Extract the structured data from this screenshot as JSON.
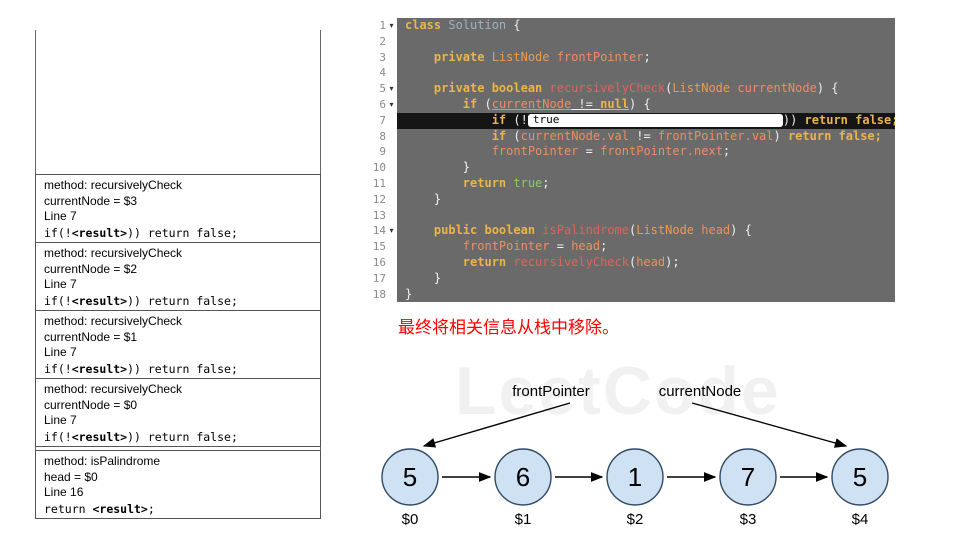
{
  "watermark": "LeetCode",
  "stack": {
    "frames": [
      {
        "method": "method: recursivelyCheck",
        "variable": "currentNode = $3",
        "line": "Line 7",
        "code_pre": "if(!",
        "code_bold": "<result>",
        "code_post": ")) return false;"
      },
      {
        "method": "method: recursivelyCheck",
        "variable": "currentNode = $2",
        "line": "Line 7",
        "code_pre": "if(!",
        "code_bold": "<result>",
        "code_post": ")) return false;"
      },
      {
        "method": "method: recursivelyCheck",
        "variable": "currentNode = $1",
        "line": "Line 7",
        "code_pre": "if(!",
        "code_bold": "<result>",
        "code_post": ")) return false;"
      },
      {
        "method": "method: recursivelyCheck",
        "variable": "currentNode = $0",
        "line": "Line 7",
        "code_pre": "if(!",
        "code_bold": "<result>",
        "code_post": ")) return false;"
      },
      {
        "method": "method: isPalindrome",
        "variable": "head = $0",
        "line": "Line 16",
        "code_pre": "return ",
        "code_bold": "<result>",
        "code_post": ";"
      }
    ]
  },
  "editor": {
    "lines": [
      {
        "num": "1",
        "fold": "▾",
        "tokens": [
          {
            "t": "class ",
            "c": "k"
          },
          {
            "t": "Solution ",
            "c": "s"
          },
          {
            "t": "{",
            "c": "p"
          }
        ]
      },
      {
        "num": "2",
        "fold": "",
        "tokens": []
      },
      {
        "num": "3",
        "fold": "",
        "tokens": [
          {
            "t": "    ",
            "c": "p"
          },
          {
            "t": "private ",
            "c": "k"
          },
          {
            "t": "ListNode ",
            "c": "t"
          },
          {
            "t": "frontPointer",
            "c": "v"
          },
          {
            "t": ";",
            "c": "p"
          }
        ]
      },
      {
        "num": "4",
        "fold": "",
        "tokens": []
      },
      {
        "num": "5",
        "fold": "▾",
        "tokens": [
          {
            "t": "    ",
            "c": "p"
          },
          {
            "t": "private ",
            "c": "k"
          },
          {
            "t": "boolean ",
            "c": "k"
          },
          {
            "t": "recursivelyCheck",
            "c": "m"
          },
          {
            "t": "(",
            "c": "p"
          },
          {
            "t": "ListNode ",
            "c": "t"
          },
          {
            "t": "currentNode",
            "c": "v"
          },
          {
            "t": ") {",
            "c": "p"
          }
        ]
      },
      {
        "num": "6",
        "fold": "▾",
        "tokens": [
          {
            "t": "        ",
            "c": "p"
          },
          {
            "t": "if ",
            "c": "k"
          },
          {
            "t": "(",
            "c": "p"
          },
          {
            "t": "currentNode",
            "c": "v ul"
          },
          {
            "t": " != ",
            "c": "p ul"
          },
          {
            "t": "null",
            "c": "k ul"
          },
          {
            "t": ") {",
            "c": "p"
          }
        ]
      },
      {
        "num": "7",
        "fold": "",
        "tokens": [
          {
            "t": "            ",
            "c": "p"
          },
          {
            "t": "if ",
            "c": "k"
          },
          {
            "t": "(",
            "c": "p"
          },
          {
            "t": "!",
            "c": "p"
          },
          {
            "t": "true",
            "c": "inputbox",
            "n": "condition-input",
            "i": true
          },
          {
            "t": ")) ",
            "c": "p"
          },
          {
            "t": "return false;",
            "c": "k"
          }
        ]
      },
      {
        "num": "8",
        "fold": "",
        "tokens": [
          {
            "t": "            ",
            "c": "p"
          },
          {
            "t": "if ",
            "c": "k"
          },
          {
            "t": "(",
            "c": "p"
          },
          {
            "t": "currentNode.val",
            "c": "v"
          },
          {
            "t": " != ",
            "c": "p"
          },
          {
            "t": "frontPointer.val",
            "c": "v"
          },
          {
            "t": ") ",
            "c": "p"
          },
          {
            "t": "return false;",
            "c": "k"
          }
        ]
      },
      {
        "num": "9",
        "fold": "",
        "tokens": [
          {
            "t": "            ",
            "c": "p"
          },
          {
            "t": "frontPointer",
            "c": "v"
          },
          {
            "t": " = ",
            "c": "p"
          },
          {
            "t": "frontPointer.next",
            "c": "v"
          },
          {
            "t": ";",
            "c": "p"
          }
        ]
      },
      {
        "num": "10",
        "fold": "",
        "tokens": [
          {
            "t": "        }",
            "c": "p"
          }
        ]
      },
      {
        "num": "11",
        "fold": "",
        "tokens": [
          {
            "t": "        ",
            "c": "p"
          },
          {
            "t": "return ",
            "c": "k"
          },
          {
            "t": "true",
            "c": "g"
          },
          {
            "t": ";",
            "c": "p"
          }
        ]
      },
      {
        "num": "12",
        "fold": "",
        "tokens": [
          {
            "t": "    }",
            "c": "p"
          }
        ]
      },
      {
        "num": "13",
        "fold": "",
        "tokens": []
      },
      {
        "num": "14",
        "fold": "▾",
        "tokens": [
          {
            "t": "    ",
            "c": "p"
          },
          {
            "t": "public ",
            "c": "k"
          },
          {
            "t": "boolean ",
            "c": "k"
          },
          {
            "t": "isPalindrome",
            "c": "m"
          },
          {
            "t": "(",
            "c": "p"
          },
          {
            "t": "ListNode ",
            "c": "t"
          },
          {
            "t": "head",
            "c": "v"
          },
          {
            "t": ") {",
            "c": "p"
          }
        ]
      },
      {
        "num": "15",
        "fold": "",
        "tokens": [
          {
            "t": "        ",
            "c": "p"
          },
          {
            "t": "frontPointer",
            "c": "v"
          },
          {
            "t": " = ",
            "c": "p"
          },
          {
            "t": "head",
            "c": "v"
          },
          {
            "t": ";",
            "c": "p"
          }
        ]
      },
      {
        "num": "16",
        "fold": "",
        "tokens": [
          {
            "t": "        ",
            "c": "p"
          },
          {
            "t": "return ",
            "c": "k"
          },
          {
            "t": "recursivelyCheck",
            "c": "m"
          },
          {
            "t": "(",
            "c": "p"
          },
          {
            "t": "head",
            "c": "v"
          },
          {
            "t": ");",
            "c": "p"
          }
        ]
      },
      {
        "num": "17",
        "fold": "",
        "tokens": [
          {
            "t": "    }",
            "c": "p"
          }
        ]
      },
      {
        "num": "18",
        "fold": "",
        "tokens": [
          {
            "t": "}",
            "c": "p"
          }
        ]
      }
    ]
  },
  "caption": "最终将相关信息从栈中移除。",
  "diagram": {
    "front_label": "frontPointer",
    "current_label": "currentNode",
    "nodes": [
      {
        "value": "5",
        "label": "$0"
      },
      {
        "value": "6",
        "label": "$1"
      },
      {
        "value": "1",
        "label": "$2"
      },
      {
        "value": "7",
        "label": "$3"
      },
      {
        "value": "5",
        "label": "$4"
      }
    ]
  }
}
